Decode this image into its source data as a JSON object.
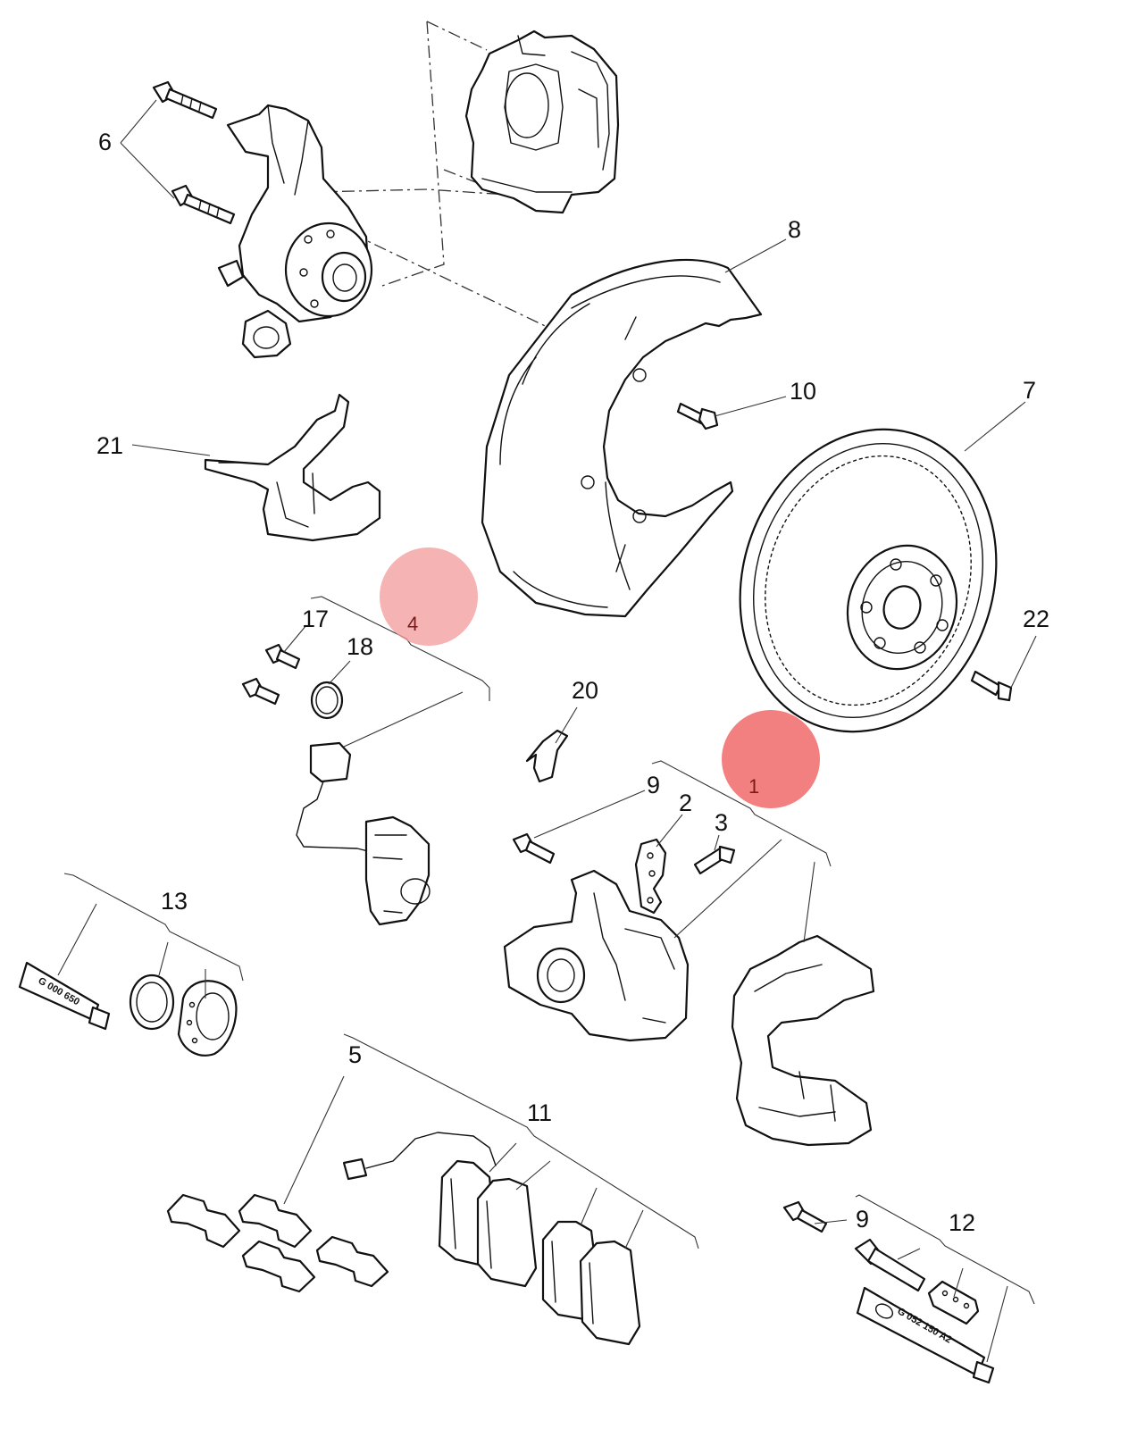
{
  "diagram": {
    "labels": [
      "1",
      "2",
      "3",
      "4",
      "5",
      "6",
      "7",
      "8",
      "9",
      "9",
      "10",
      "11",
      "12",
      "13",
      "17",
      "18",
      "20",
      "21",
      "22"
    ],
    "tube_texts": [
      "G 000 650",
      "G 052 150 A2"
    ],
    "hotspots": [
      {
        "label": "4",
        "color": "#f29a9a"
      },
      {
        "label": "1",
        "color": "#f06060"
      }
    ]
  }
}
